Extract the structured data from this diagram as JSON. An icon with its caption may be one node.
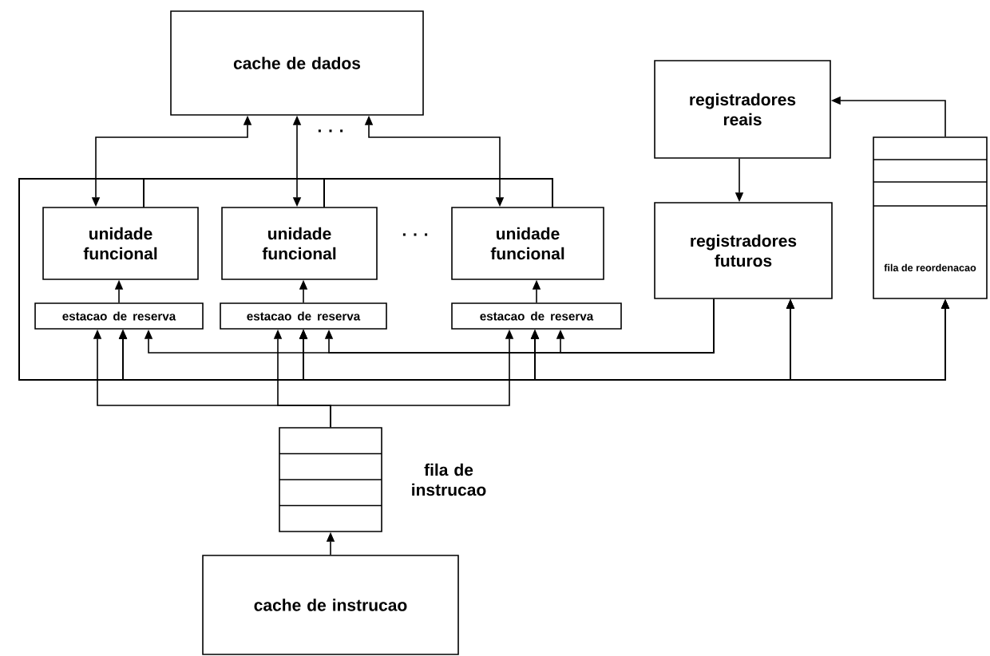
{
  "diagram": {
    "nodes": [
      {
        "text": [
          "cache de dados"
        ]
      },
      {
        "text": [
          "unidade funcional"
        ]
      },
      {
        "text": [
          "unidade funcional"
        ]
      },
      {
        "text": [
          "unidade funcional"
        ]
      },
      {
        "text": [
          "estacao de reserva"
        ]
      },
      {
        "text": [
          "estacao de reserva"
        ]
      },
      {
        "text": [
          "estacao de reserva"
        ]
      },
      {
        "text": [
          "registradores reais"
        ]
      },
      {
        "text": [
          "registradores futuros"
        ]
      },
      {
        "text": [
          "fila de reordenacao"
        ]
      },
      {
        "text": [],
        "shape": "box",
        "beside": [
          "fila de instrucao"
        ]
      },
      {
        "text": [
          "cache de instrucao"
        ]
      }
    ],
    "edges": [
      {
        "from": 0,
        "to": 1,
        "arrow": "both"
      },
      {
        "from": 0,
        "to": 2,
        "arrow": "both"
      },
      {
        "from": 0,
        "to": 3,
        "arrow": "both"
      },
      {
        "from": 1,
        "to": 4,
        "arrow": "to"
      },
      {
        "from": 1,
        "to": 5,
        "arrow": "to"
      },
      {
        "from": 1,
        "to": 6,
        "arrow": "to"
      },
      {
        "from": 1,
        "to": 8,
        "arrow": "to"
      },
      {
        "from": 1,
        "to": 9,
        "arrow": "to"
      },
      {
        "from": 2,
        "to": 4,
        "arrow": "to"
      },
      {
        "from": 2,
        "to": 5,
        "arrow": "to"
      },
      {
        "from": 2,
        "to": 6,
        "arrow": "to"
      },
      {
        "from": 2,
        "to": 8,
        "arrow": "to"
      },
      {
        "from": 2,
        "to": 9,
        "arrow": "to"
      },
      {
        "from": 3,
        "to": 4,
        "arrow": "to"
      },
      {
        "from": 3,
        "to": 5,
        "arrow": "to"
      },
      {
        "from": 3,
        "to": 6,
        "arrow": "to"
      },
      {
        "from": 3,
        "to": 8,
        "arrow": "to"
      },
      {
        "from": 3,
        "to": 9,
        "arrow": "to"
      },
      {
        "from": 4,
        "to": 1,
        "arrow": "to"
      },
      {
        "from": 5,
        "to": 2,
        "arrow": "to"
      },
      {
        "from": 6,
        "to": 3,
        "arrow": "to"
      },
      {
        "from": 8,
        "to": 4,
        "arrow": "to"
      },
      {
        "from": 8,
        "to": 5,
        "arrow": "to"
      },
      {
        "from": 8,
        "to": 6,
        "arrow": "to"
      },
      {
        "from": 7,
        "to": 8,
        "arrow": "to"
      },
      {
        "from": 9,
        "to": 7,
        "arrow": "to"
      },
      {
        "from": 10,
        "to": 4,
        "arrow": "to"
      },
      {
        "from": 10,
        "to": 5,
        "arrow": "to"
      },
      {
        "from": 10,
        "to": 6,
        "arrow": "to"
      },
      {
        "from": 11,
        "to": 10,
        "arrow": "to"
      }
    ],
    "labels": [
      ". . .",
      ". . ."
    ]
  }
}
